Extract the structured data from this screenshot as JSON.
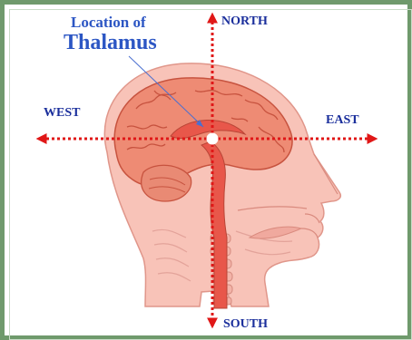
{
  "title": {
    "line1": "Location of",
    "line2": "Thalamus"
  },
  "directions": {
    "north": "NORTH",
    "south": "SOUTH",
    "east": "EAST",
    "west": "WEST"
  },
  "colors": {
    "frame": "#6f9a6c",
    "title": "#2c56c4",
    "label": "#1b2f9c",
    "arrow": "#e01717",
    "skin": "#f8c3b8",
    "skin_dark": "#e0968a",
    "brain": "#ee8b74",
    "brain_dark": "#c7533f",
    "midline": "#e8574a"
  }
}
